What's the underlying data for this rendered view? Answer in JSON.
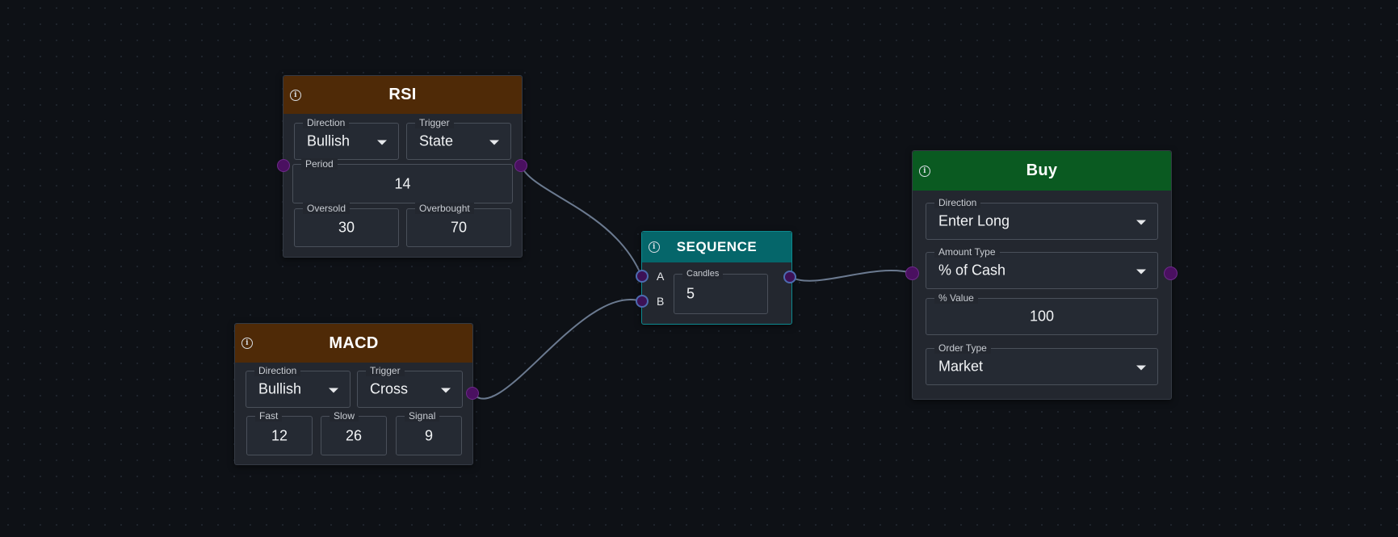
{
  "nodes": {
    "rsi": {
      "title": "RSI",
      "direction_label": "Direction",
      "direction_value": "Bullish",
      "trigger_label": "Trigger",
      "trigger_value": "State",
      "period_label": "Period",
      "period_value": "14",
      "oversold_label": "Oversold",
      "oversold_value": "30",
      "overbought_label": "Overbought",
      "overbought_value": "70"
    },
    "macd": {
      "title": "MACD",
      "direction_label": "Direction",
      "direction_value": "Bullish",
      "trigger_label": "Trigger",
      "trigger_value": "Cross",
      "fast_label": "Fast",
      "fast_value": "12",
      "slow_label": "Slow",
      "slow_value": "26",
      "signal_label": "Signal",
      "signal_value": "9"
    },
    "sequence": {
      "title": "SEQUENCE",
      "input_a": "A",
      "input_b": "B",
      "candles_label": "Candles",
      "candles_value": "5"
    },
    "buy": {
      "title": "Buy",
      "direction_label": "Direction",
      "direction_value": "Enter Long",
      "amount_type_label": "Amount Type",
      "amount_type_value": "% of Cash",
      "value_label": "% Value",
      "value_value": "100",
      "order_type_label": "Order Type",
      "order_type_value": "Market"
    }
  },
  "icons": {
    "info": "info-icon",
    "dropdown": "chevron-down-icon"
  },
  "colors": {
    "canvas_bg": "#0e1116",
    "node_bg": "#23272f",
    "indicator_header": "#4f2a07",
    "action_header": "#0a5a21",
    "logic_header": "#05666a",
    "port": "#4a1060",
    "wire": "#6b7a90"
  }
}
